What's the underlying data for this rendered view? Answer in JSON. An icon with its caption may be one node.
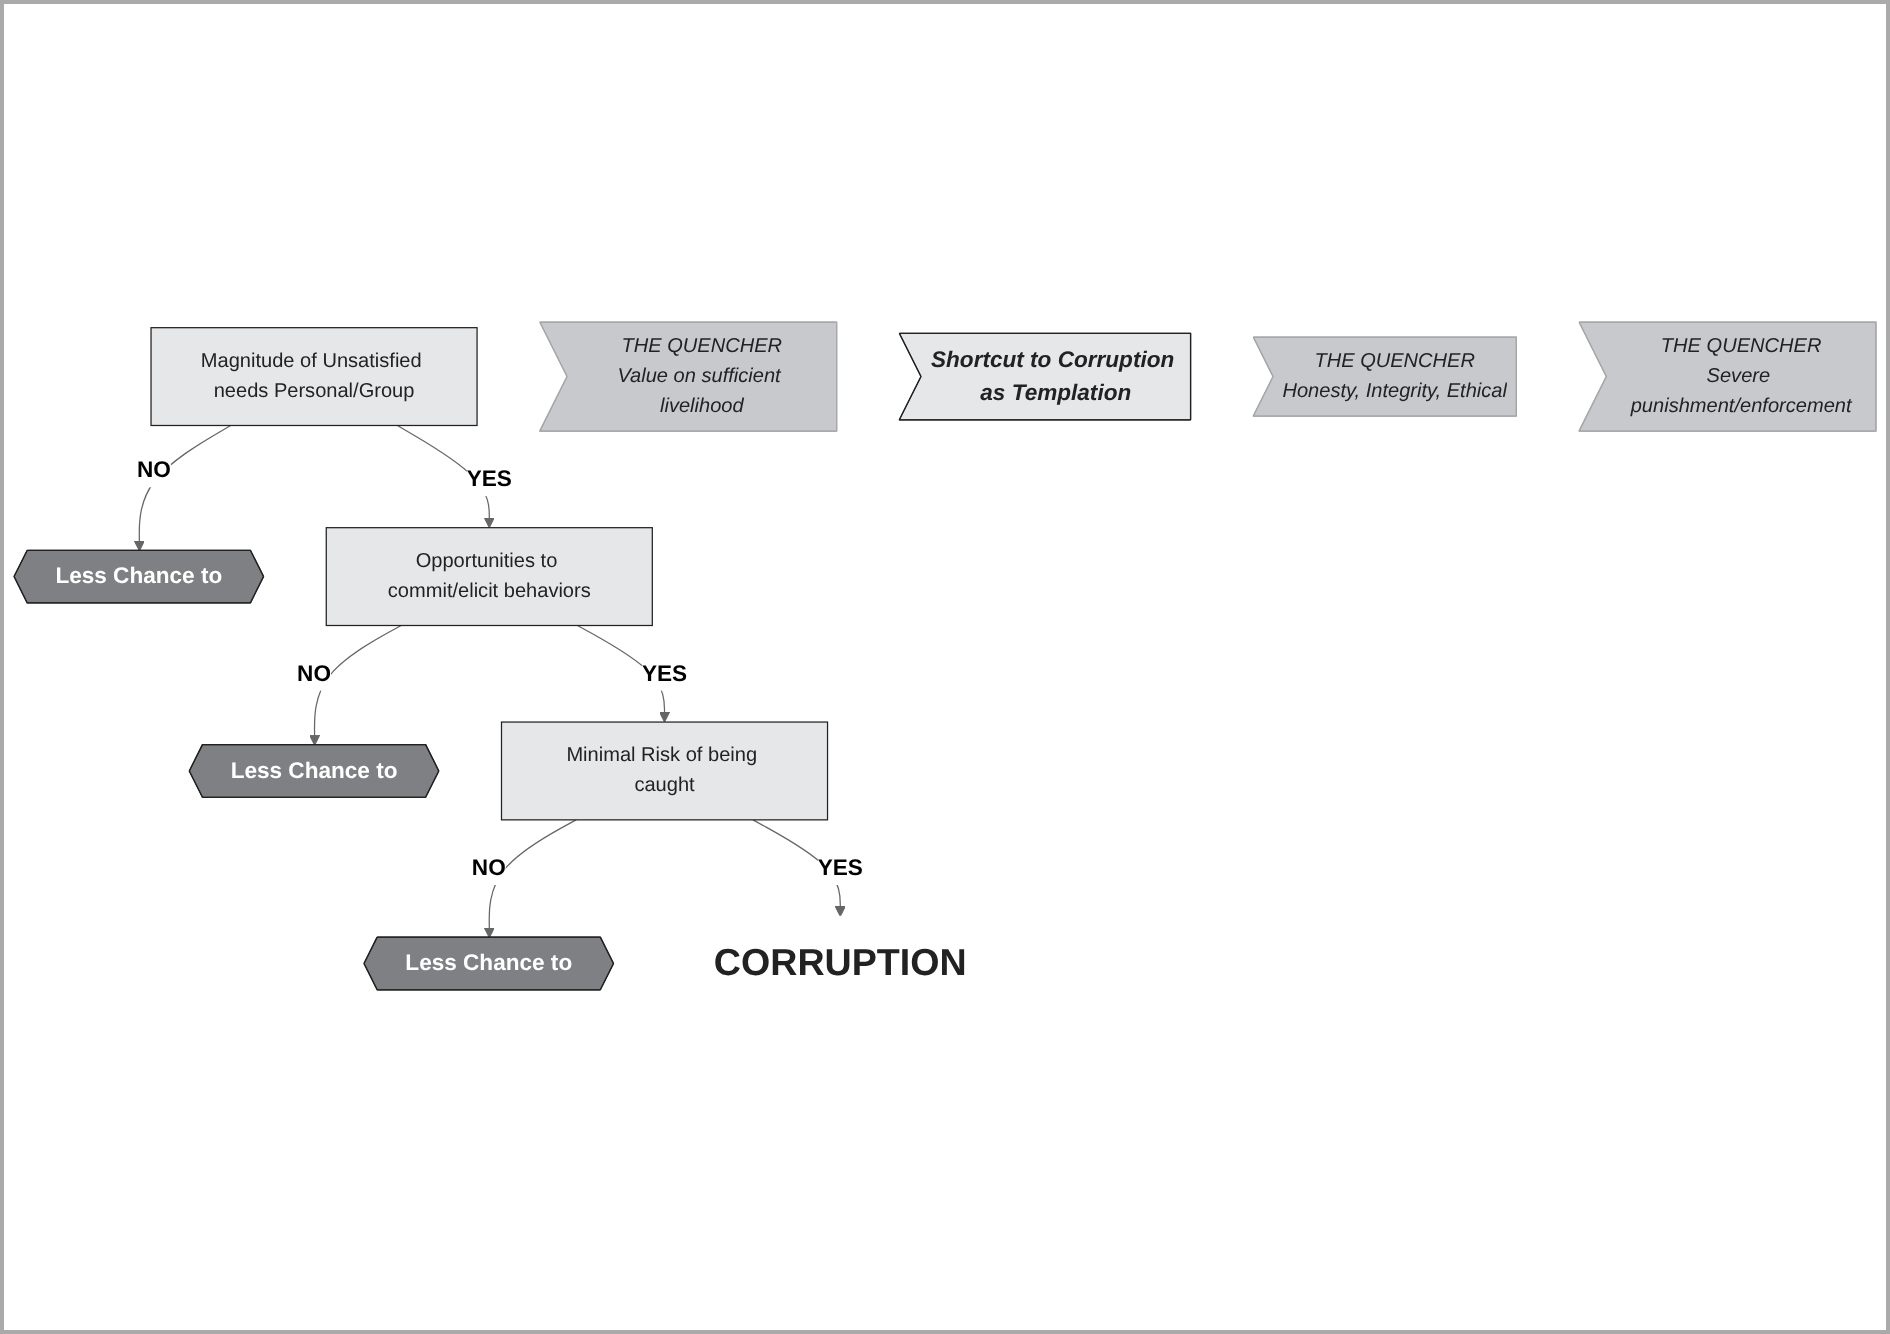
{
  "diagram": {
    "nodes": [
      {
        "text": [
          "Magnitude of Unsatisfied needs Personal/Group"
        ]
      },
      {
        "text": [
          "Less Chance to"
        ]
      },
      {
        "text": [
          "THE QUENCHER",
          "Value on sufficient livelihood"
        ]
      },
      {
        "text": [
          "Shortcut to Corruption as Templation"
        ]
      },
      {
        "text": [
          "Opportunities to commit/elicit behaviors"
        ]
      },
      {
        "text": [
          "Less Chance to"
        ]
      },
      {
        "text": [
          "THE QUENCHER",
          "Honesty, Integrity, Ethical"
        ]
      },
      {
        "text": [
          "Minimal Risk of being caught"
        ]
      },
      {
        "text": [
          "Less Chance to"
        ]
      },
      {
        "text": [
          "THE QUENCHER",
          "Severe punishment/enforcement"
        ]
      },
      {
        "text": [
          "CORRUPTION"
        ]
      }
    ],
    "edges": [
      {
        "from": 0,
        "to": 1,
        "label": "NO",
        "arrow": "to"
      },
      {
        "from": 0,
        "to": 4,
        "label": "YES",
        "arrow": "to"
      },
      {
        "from": 4,
        "to": 5,
        "label": "NO",
        "arrow": "to"
      },
      {
        "from": 4,
        "to": 7,
        "label": "YES",
        "arrow": "to"
      },
      {
        "from": 7,
        "to": 8,
        "label": "NO",
        "arrow": "to"
      },
      {
        "from": 7,
        "to": 10,
        "label": "YES",
        "arrow": "to"
      }
    ]
  }
}
